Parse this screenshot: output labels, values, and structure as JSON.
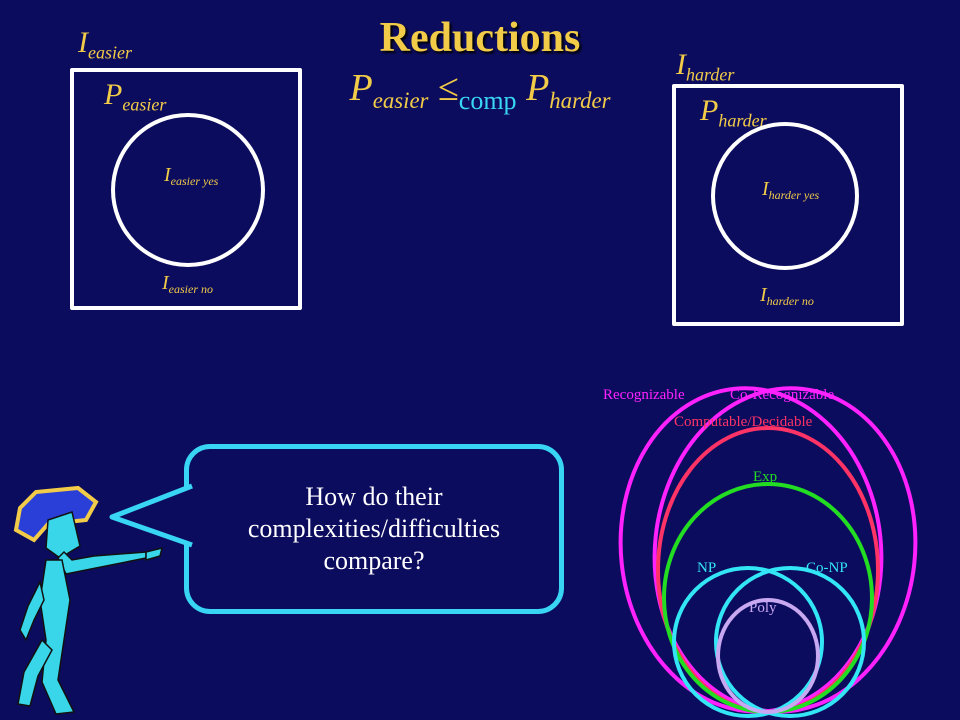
{
  "slide": {
    "title": "Reductions",
    "relation": {
      "left_base": "P",
      "left_sub": "easier",
      "operator": "≤",
      "operator_sub": "comp",
      "right_base": "P",
      "right_sub": "harder"
    }
  },
  "easier": {
    "instances_base": "I",
    "instances_sub": "easier",
    "problem_base": "P",
    "problem_sub": "easier",
    "yes_base": "I",
    "yes_sub": "easier yes",
    "no_base": "I",
    "no_sub": "easier no"
  },
  "harder": {
    "instances_base": "I",
    "instances_sub": "harder",
    "problem_base": "P",
    "problem_sub": "harder",
    "yes_base": "I",
    "yes_sub": "harder yes",
    "no_base": "I",
    "no_sub": "harder no"
  },
  "speech": {
    "line1": "How do their",
    "line2": "complexities/difficulties",
    "line3": "compare?"
  },
  "hierarchy": {
    "recognizable": "Recognizable",
    "co_recognizable": "Co-Recognizable",
    "computable": "Computable/Decidable",
    "exp": "Exp",
    "np": "NP",
    "co_np": "Co-NP",
    "poly": "Poly",
    "colors": {
      "recognizable": "#ff22ff",
      "computable": "#ff3366",
      "exp": "#22dd22",
      "np": "#33e6f5",
      "poly": "#c8a8f0"
    }
  },
  "colors": {
    "accent_gold": "#f2cc48",
    "accent_cyan": "#39d5f5",
    "background": "#0c0c5e"
  }
}
